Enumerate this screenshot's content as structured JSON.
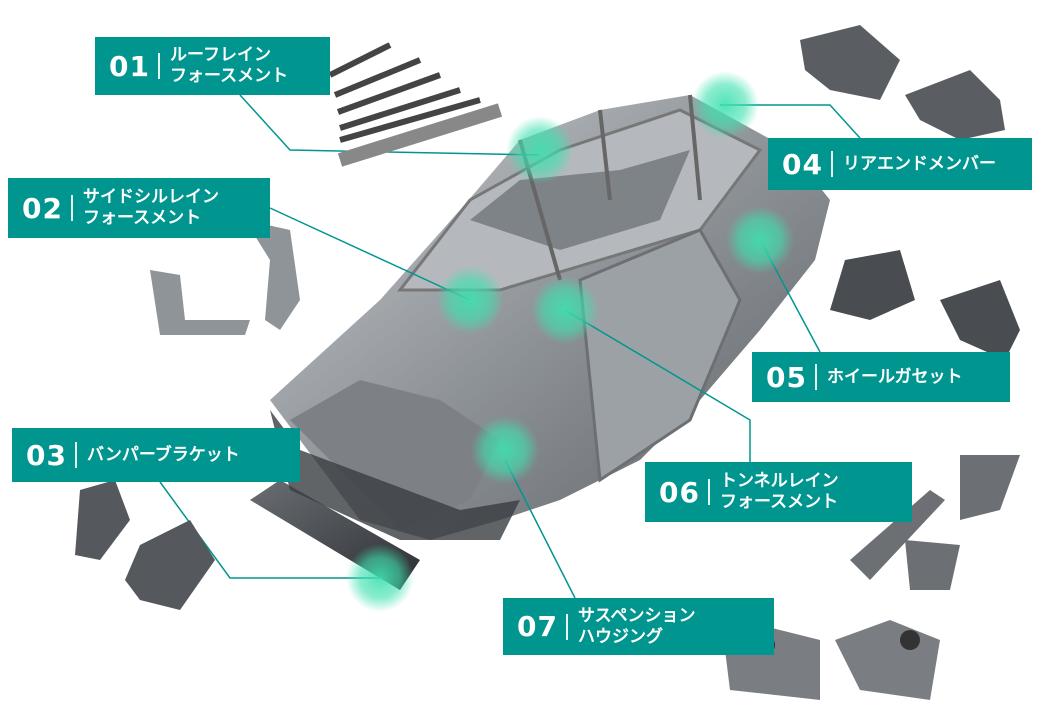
{
  "accent_color": "#00968f",
  "labels": [
    {
      "num": "01",
      "text": "ルーフレイン\nフォースメント"
    },
    {
      "num": "02",
      "text": "サイドシルレイン\nフォースメント"
    },
    {
      "num": "03",
      "text": "バンパーブラケット"
    },
    {
      "num": "04",
      "text": "リアエンドメンバー"
    },
    {
      "num": "05",
      "text": "ホイールガセット"
    },
    {
      "num": "06",
      "text": "トンネルレイン\nフォースメント"
    },
    {
      "num": "07",
      "text": "サスペンション\nハウジング"
    }
  ]
}
